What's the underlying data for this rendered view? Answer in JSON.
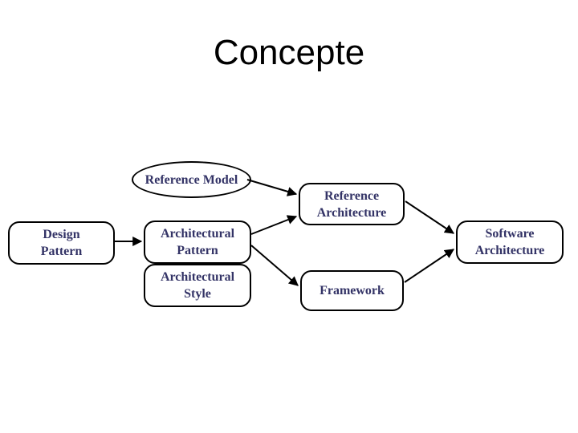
{
  "slide": {
    "title": "Concepte",
    "background_color": "#ffffff",
    "title_color": "#000000"
  },
  "diagram": {
    "text_color": "#333366",
    "border_color": "#000000",
    "arrow_color": "#000000",
    "nodes": {
      "reference_model": {
        "label": "Reference Model",
        "shape": "ellipse"
      },
      "reference_architecture": {
        "label": "Reference\nArchitecture",
        "shape": "rounded-rect"
      },
      "design_pattern": {
        "label": "Design\nPattern",
        "shape": "rounded-rect"
      },
      "architectural_pattern": {
        "label": "Architectural\nPattern",
        "shape": "rounded-rect"
      },
      "architectural_style": {
        "label": "Architectural\nStyle",
        "shape": "rounded-rect"
      },
      "framework": {
        "label": "Framework",
        "shape": "rounded-rect"
      },
      "software_architecture": {
        "label": "Software\nArchitecture",
        "shape": "rounded-rect"
      }
    },
    "edges": [
      {
        "from": "reference_model",
        "to": "reference_architecture"
      },
      {
        "from": "design_pattern",
        "to": "architectural_pattern"
      },
      {
        "from": "architectural_pattern",
        "to": "reference_architecture"
      },
      {
        "from": "architectural_pattern",
        "to": "framework"
      },
      {
        "from": "reference_architecture",
        "to": "software_architecture"
      },
      {
        "from": "framework",
        "to": "software_architecture"
      }
    ]
  }
}
